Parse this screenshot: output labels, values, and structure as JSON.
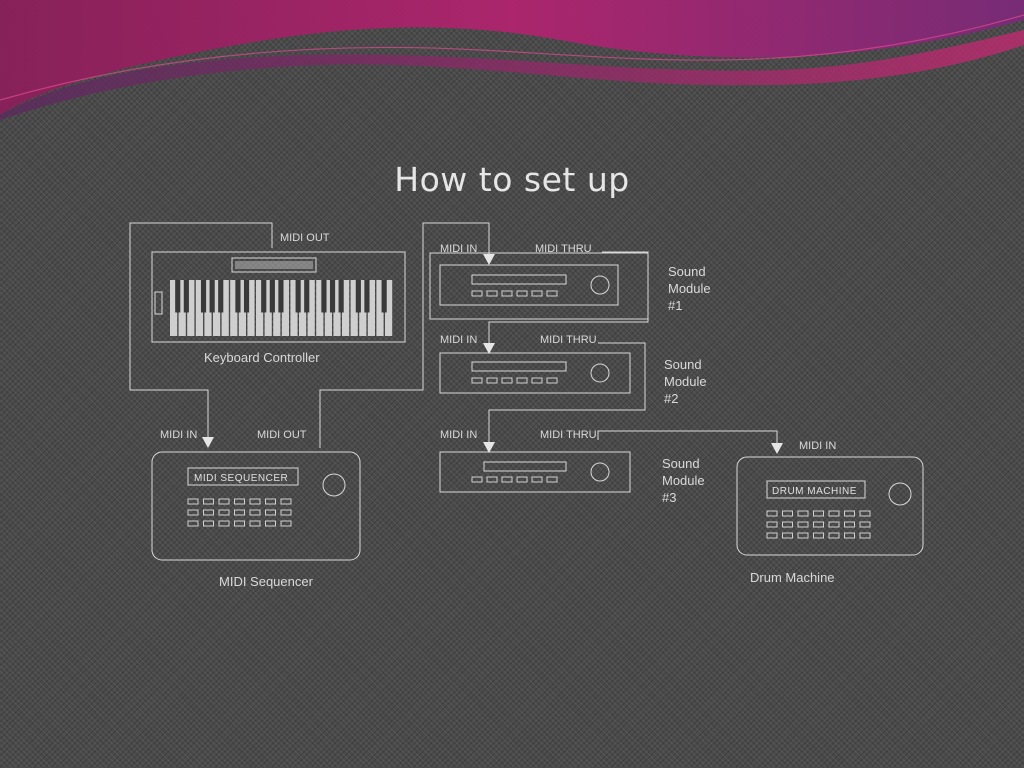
{
  "slide": {
    "title": "How to set up",
    "colors": {
      "background": "#4a4a4a",
      "header_wave_magenta": "#b0246e",
      "header_wave_purple": "#6e2a6e",
      "lines": "#d8d8d8"
    }
  },
  "keyboard": {
    "caption": "Keyboard Controller",
    "midi_out_label": "MIDI OUT"
  },
  "modules": [
    {
      "midi_in_label": "MIDI IN",
      "midi_thru_label": "MIDI THRU",
      "caption": [
        "Sound",
        "Module",
        "#1"
      ]
    },
    {
      "midi_in_label": "MIDI IN",
      "midi_thru_label": "MIDI THRU",
      "caption": [
        "Sound",
        "Module",
        "#2"
      ]
    },
    {
      "midi_in_label": "MIDI IN",
      "midi_thru_label": "MIDI THRU",
      "caption": [
        "Sound",
        "Module",
        "#3"
      ]
    }
  ],
  "sequencer": {
    "panel_text": "MIDI SEQUENCER",
    "midi_in_label": "MIDI IN",
    "midi_out_label": "MIDI OUT",
    "caption": "MIDI Sequencer"
  },
  "drum": {
    "panel_text": "DRUM MACHINE",
    "midi_in_label": "MIDI IN",
    "caption": "Drum Machine"
  }
}
